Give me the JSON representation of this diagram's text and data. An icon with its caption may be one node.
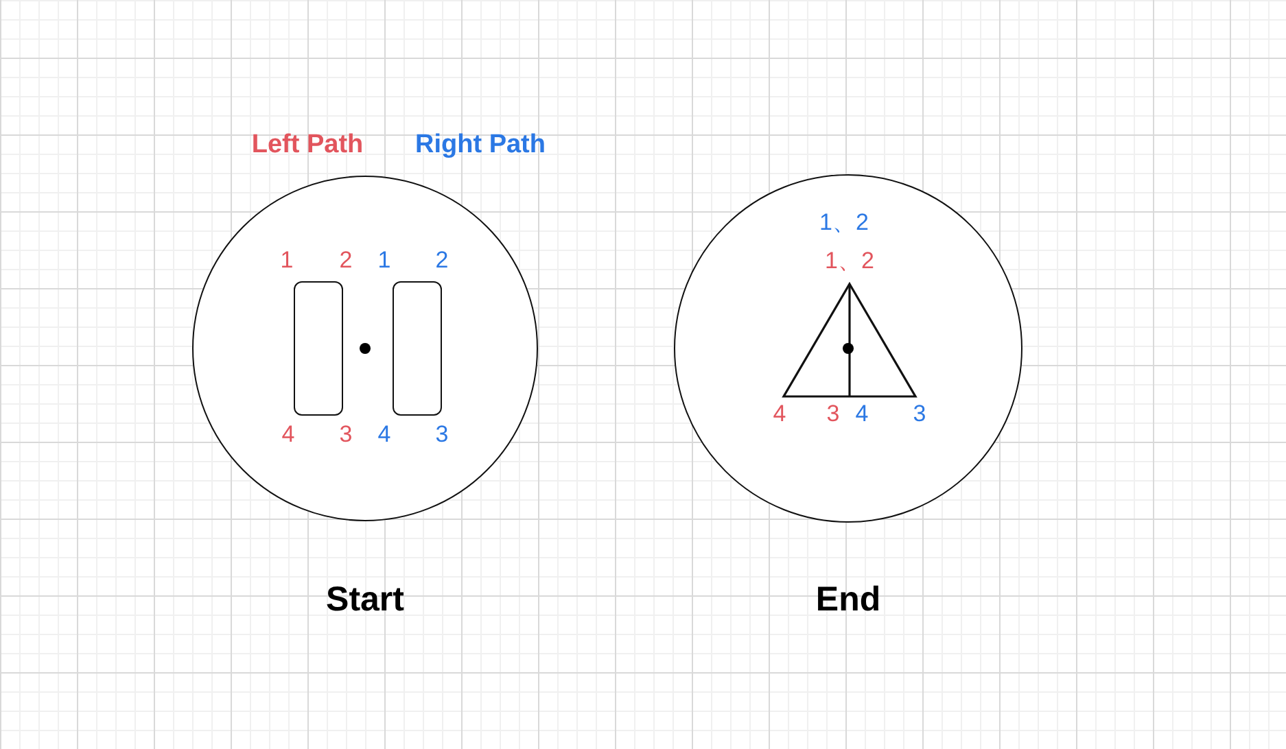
{
  "diagram": {
    "nodes": [
      {
        "text": [
          "Start"
        ]
      },
      {
        "text": [],
        "shape": "box",
        "in": 0
      },
      {
        "text": [],
        "shape": "box",
        "in": 0
      },
      {
        "text": [
          "End"
        ]
      },
      {
        "text": [],
        "shape": "triangle",
        "in": 3
      }
    ],
    "labels": [
      "Left Path",
      "Right Path",
      "1、2",
      "1",
      "2",
      "1",
      "2",
      "1、2",
      "4",
      "3",
      "4",
      "3",
      "4",
      "3",
      "4",
      "3"
    ]
  }
}
